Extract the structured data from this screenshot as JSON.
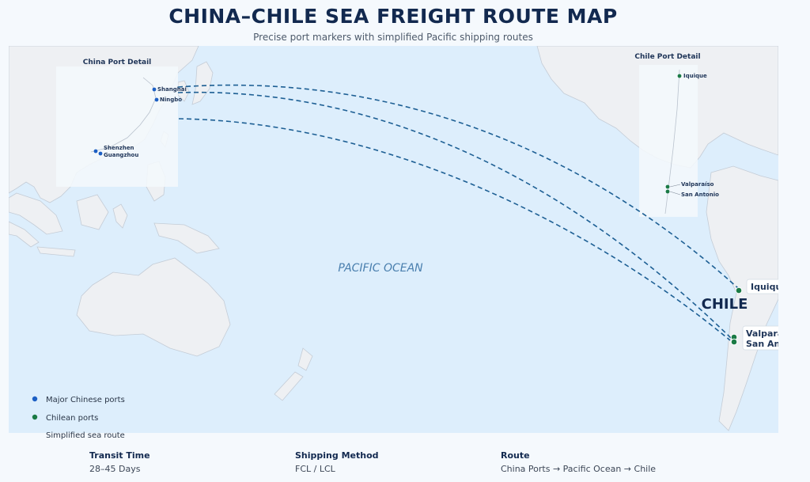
{
  "header": {
    "title": "CHINA–CHILE SEA FREIGHT ROUTE MAP",
    "subtitle": "Precise port markers with simplified Pacific shipping routes"
  },
  "map": {
    "ocean_label": "PACIFIC OCEAN",
    "country_label": "CHILE",
    "ports": [
      {
        "name": "Iquique",
        "country": "Chile"
      },
      {
        "name": "Valparaíso",
        "country": "Chile"
      },
      {
        "name": "San Antonio",
        "country": "Chile"
      }
    ],
    "routes": [
      "Shanghai → Iquique",
      "Shanghai → Valparaíso",
      "Shenzhen → San Antonio"
    ]
  },
  "insets": {
    "china": {
      "title": "China Port Detail",
      "ports": [
        "Shanghai",
        "Ningbo",
        "Shenzhen",
        "Guangzhou"
      ]
    },
    "chile": {
      "title": "Chile Port Detail",
      "ports": [
        "Iquique",
        "Valparaíso",
        "San Antonio"
      ]
    }
  },
  "legend": {
    "china_ports": "Major Chinese ports",
    "chile_ports": "Chilean ports",
    "route": "Simplified sea route"
  },
  "info": {
    "transit_label": "Transit Time",
    "transit_value": "28–45 Days",
    "method_label": "Shipping Method",
    "method_value": "FCL / LCL",
    "route_label": "Route",
    "route_value": "China Ports → Pacific Ocean → Chile"
  },
  "colors": {
    "ocean": "#ddeefc",
    "land": "#eef0f3",
    "route": "#1d5f94",
    "china_port": "#1c5fc4",
    "chile_port": "#1a7a45",
    "title": "#12294f"
  }
}
